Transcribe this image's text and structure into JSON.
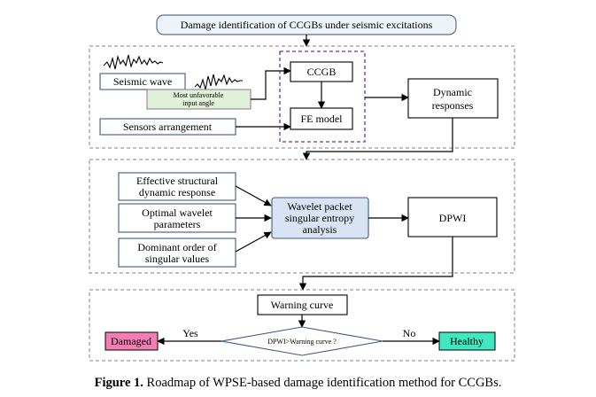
{
  "title_box": "Damage identification of CCGBs under seismic excitations",
  "section1": {
    "seismic_wave": "Seismic wave",
    "input_angle_line1": "Most unfavorable",
    "input_angle_line2": "input angle",
    "sensors": "Sensors arrangement",
    "ccgb": "CCGB",
    "fe_model": "FE model",
    "dynamic_line1": "Dynamic",
    "dynamic_line2": "responses"
  },
  "section2": {
    "effective_line1": "Effective structural",
    "effective_line2": "dynamic response",
    "optimal_line1": "Optimal wavelet",
    "optimal_line2": "parameters",
    "dominant_line1": "Dominant order of",
    "dominant_line2": "singular values",
    "wpse_line1": "Wavelet packet",
    "wpse_line2": "singular entropy",
    "wpse_line3": "analysis",
    "dpwi": "DPWI"
  },
  "section3": {
    "warning_curve": "Warning curve",
    "decision": "DPWI>Warning curve ?",
    "yes": "Yes",
    "no": "No",
    "damaged": "Damaged",
    "healthy": "Healthy"
  },
  "caption": {
    "label": "Figure 1.",
    "text": " Roadmap of WPSE-based damage identification method for CCGBs."
  },
  "colors": {
    "dashed_border": "#808080",
    "ccgb_dashed": "#7030a0",
    "input_angle_fill": "#e2efd9",
    "wpse_fill": "#dae3f3",
    "damaged_fill": "#f47eb3",
    "healthy_fill": "#3fe8c0"
  }
}
